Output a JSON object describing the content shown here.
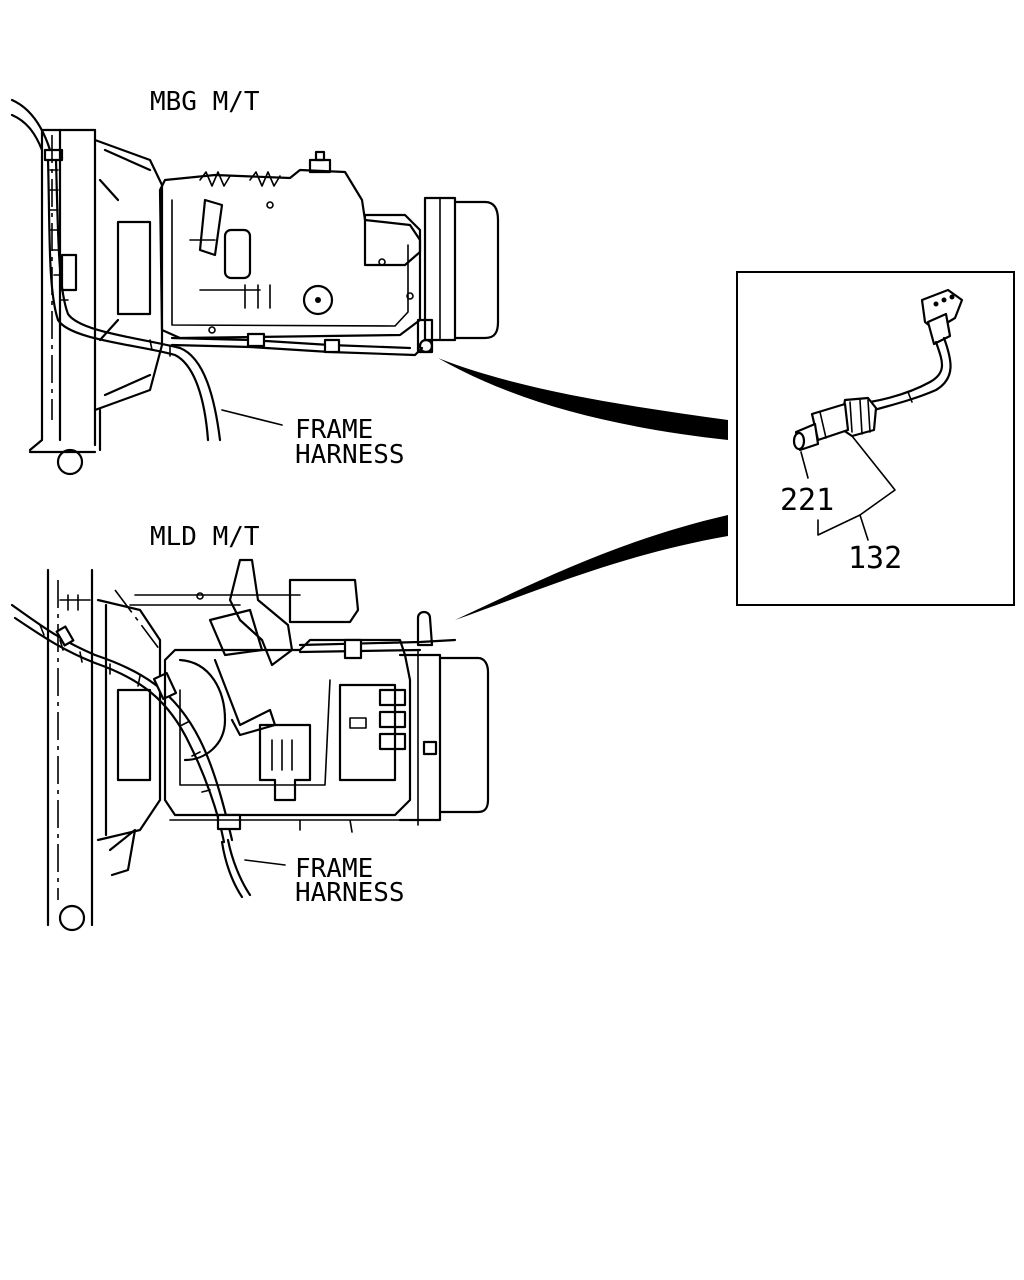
{
  "diagram": {
    "views": [
      {
        "title": "MBG M/T",
        "harness_label_line1": "FRAME",
        "harness_label_line2": "HARNESS"
      },
      {
        "title": "MLD M/T",
        "harness_label_line1": "FRAME",
        "harness_label_line2": "HARNESS"
      }
    ],
    "detail": {
      "part_numbers": [
        "221",
        "132"
      ]
    },
    "icons": [
      "transmission-drawing",
      "speed-sensor-drawing",
      "callout-wedge"
    ],
    "colors": {
      "ink": "#000000",
      "paper": "#ffffff"
    }
  }
}
